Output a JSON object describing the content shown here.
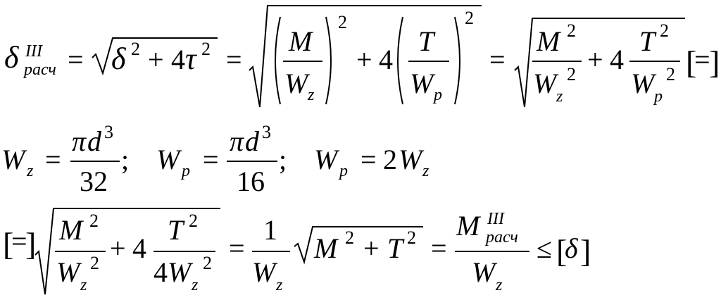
{
  "formula": {
    "delta": "δ",
    "tau": "τ",
    "pi": "π",
    "M": "M",
    "T": "T",
    "W": "W",
    "d": "d",
    "sub_z": "z",
    "sub_p": "p",
    "sub_rasch": "расч",
    "sup_III": "III",
    "exp_2": "2",
    "exp_3": "3",
    "four": "4",
    "one": "1",
    "two": "2",
    "d32": "32",
    "d16": "16",
    "eq": "=",
    "plus": "+",
    "leq": "≤",
    "semicolon": ";",
    "lbracket": "[",
    "rbracket": "]",
    "lparen": "(",
    "rparen": ")"
  }
}
